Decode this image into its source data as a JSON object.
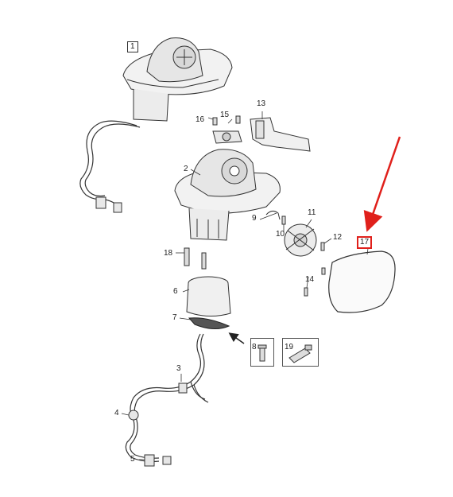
{
  "diagram": {
    "highlight_color": "#e0201b",
    "line_color": "#333333",
    "parts": [
      {
        "id": "p1",
        "label": "1"
      },
      {
        "id": "p2",
        "label": "2"
      },
      {
        "id": "p3",
        "label": "3"
      },
      {
        "id": "p4",
        "label": "4"
      },
      {
        "id": "p5",
        "label": "5"
      },
      {
        "id": "p6",
        "label": "6"
      },
      {
        "id": "p7",
        "label": "7"
      },
      {
        "id": "p8",
        "label": "8"
      },
      {
        "id": "p9",
        "label": "9"
      },
      {
        "id": "p10",
        "label": "10"
      },
      {
        "id": "p11",
        "label": "11"
      },
      {
        "id": "p12",
        "label": "12"
      },
      {
        "id": "p13",
        "label": "13"
      },
      {
        "id": "p14",
        "label": "14"
      },
      {
        "id": "p15",
        "label": "15"
      },
      {
        "id": "p16",
        "label": "16"
      },
      {
        "id": "p17",
        "label": "17"
      },
      {
        "id": "p18",
        "label": "18"
      },
      {
        "id": "p19",
        "label": "19"
      }
    ]
  }
}
